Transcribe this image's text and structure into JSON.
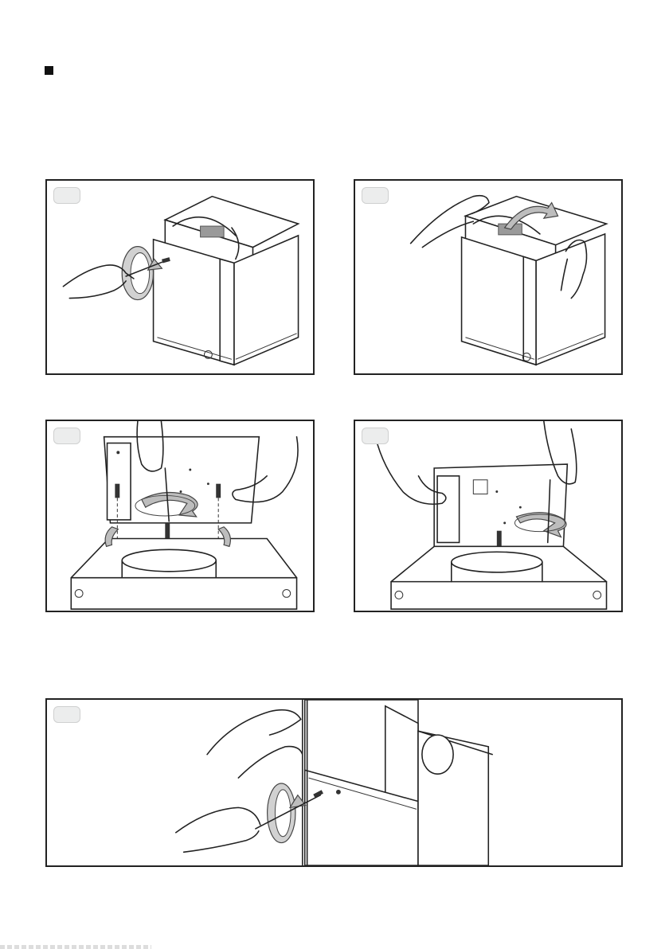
{
  "document": {
    "section_marker": "square-bullet-icon",
    "steps": [
      {
        "id": 1,
        "label": ""
      },
      {
        "id": 2,
        "label": ""
      },
      {
        "id": 3,
        "label": ""
      },
      {
        "id": 4,
        "label": ""
      },
      {
        "id": 5,
        "label": ""
      }
    ]
  },
  "colors": {
    "frame": "#222222",
    "badge": "#eceded",
    "arrow": "#bdbdbd"
  }
}
